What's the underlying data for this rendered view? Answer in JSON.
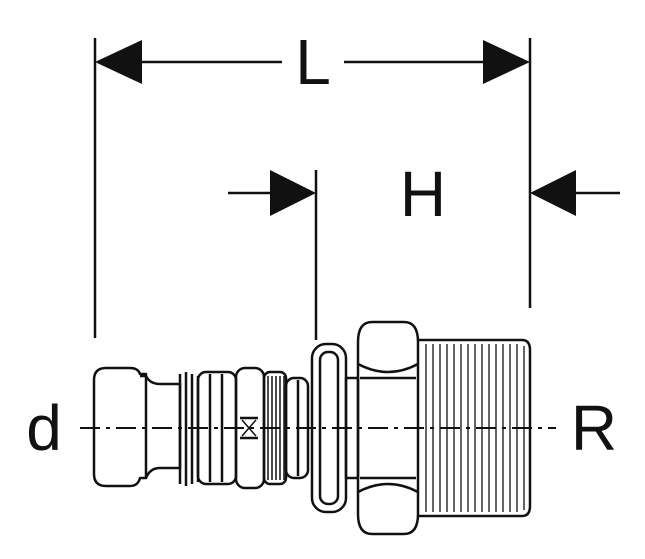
{
  "labels": {
    "length": "L",
    "thread_length": "H",
    "pipe_diameter": "d",
    "thread_size": "R"
  },
  "colors": {
    "line": "#111111",
    "background": "#ffffff"
  }
}
